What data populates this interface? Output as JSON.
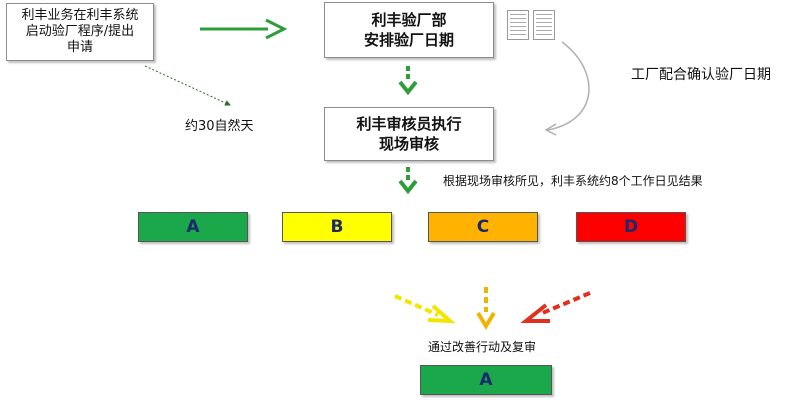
{
  "boxes": {
    "start": {
      "line1": "利丰业务在利丰系统",
      "line2": "启动验厂程序/提出",
      "line3": "申请"
    },
    "arrange": {
      "line1": "利丰验厂部",
      "line2": "安排验厂日期"
    },
    "audit": {
      "line1": "利丰审核员执行",
      "line2": "现场审核"
    }
  },
  "notes": {
    "natural_days": "约30自然天",
    "factory_confirm": "工厂配合确认验厂日期",
    "result": "根据现场审核所见，利丰系统约8个工作日见结果",
    "improve": "通过改善行动及复审"
  },
  "grades": [
    {
      "label": "A",
      "color": "#1aa84a"
    },
    {
      "label": "B",
      "color": "#ffff00"
    },
    {
      "label": "C",
      "color": "#ffb300"
    },
    {
      "label": "D",
      "color": "#ff0000"
    }
  ],
  "final_grade": {
    "label": "A",
    "color": "#1aa84a"
  },
  "icons": [
    "document-icon",
    "arrow-down-icon",
    "arrow-right-icon",
    "dashed-arrow-icon",
    "curved-arrow-icon"
  ],
  "colors": {
    "flow_green": "#2e9e3a",
    "yellow_arrow": "#f2e600",
    "orange_arrow": "#f0b400",
    "red_arrow": "#e03020",
    "curve_gray": "#b0b0b0"
  }
}
